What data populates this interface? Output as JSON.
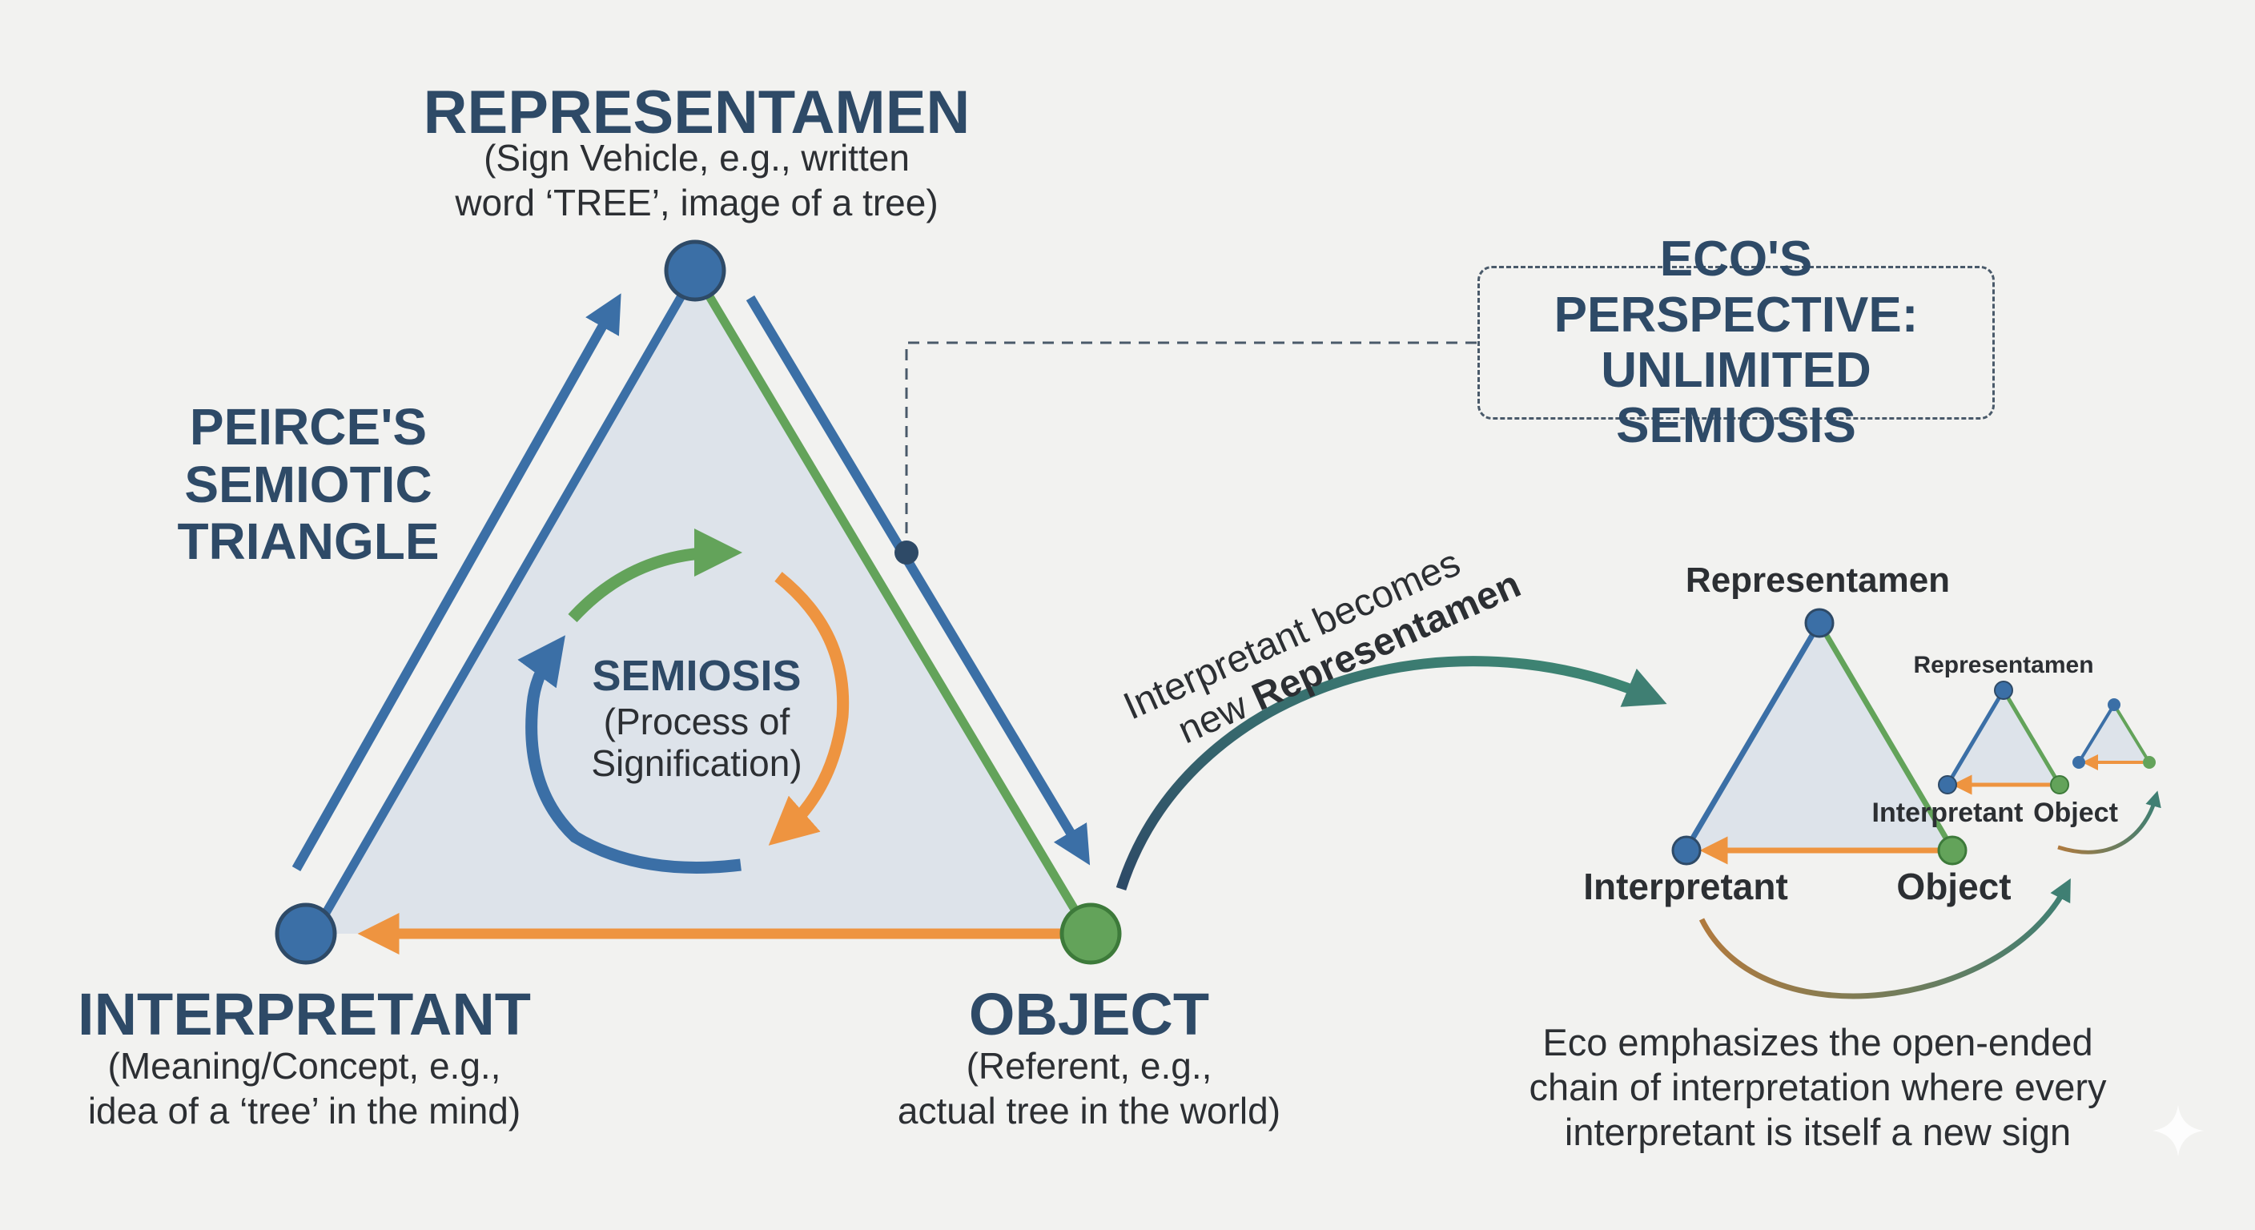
{
  "peirce": {
    "title": "PEIRCE'S\nSEMIOTIC\nTRIANGLE",
    "representamen": {
      "title": "REPRESENTAMEN",
      "desc_line1": "(Sign Vehicle, e.g., written",
      "desc_line2": "word ‘TREE’, image of a tree)"
    },
    "interpretant": {
      "title": "INTERPRETANT",
      "desc_line1": "(Meaning/Concept, e.g.,",
      "desc_line2": "idea of a ‘tree’ in the mind)"
    },
    "object": {
      "title": "OBJECT",
      "desc_line1": "(Referent, e.g.,",
      "desc_line2": "actual tree in the world)"
    },
    "semiosis": {
      "title": "SEMIOSIS",
      "desc_line1": "(Process of",
      "desc_line2": "Signification)"
    }
  },
  "eco": {
    "box_title": "ECO'S PERSPECTIVE:\nUNLIMITED SEMIOSIS",
    "curve_label_line1": "Interpretant becomes",
    "curve_label_line2_prefix": "new ",
    "curve_label_line2_bold": "Representamen",
    "chain": {
      "large": {
        "representamen": "Representamen",
        "interpretant": "Interpretant",
        "object": "Object"
      },
      "medium": {
        "representamen": "Representamen",
        "interpretant": "Interpretant",
        "object": "Object"
      }
    },
    "caption_line1": "Eco emphasizes the open-ended",
    "caption_line2": "chain of interpretation where every",
    "caption_line3": "interpretant is itself a new sign"
  },
  "colors": {
    "blue": "#3b6fa6",
    "green": "#63a35a",
    "orange": "#ee9440",
    "navy": "#2e4a67",
    "triangle_fill": "#dde3ea"
  },
  "icons": [
    "sparkle-icon"
  ]
}
